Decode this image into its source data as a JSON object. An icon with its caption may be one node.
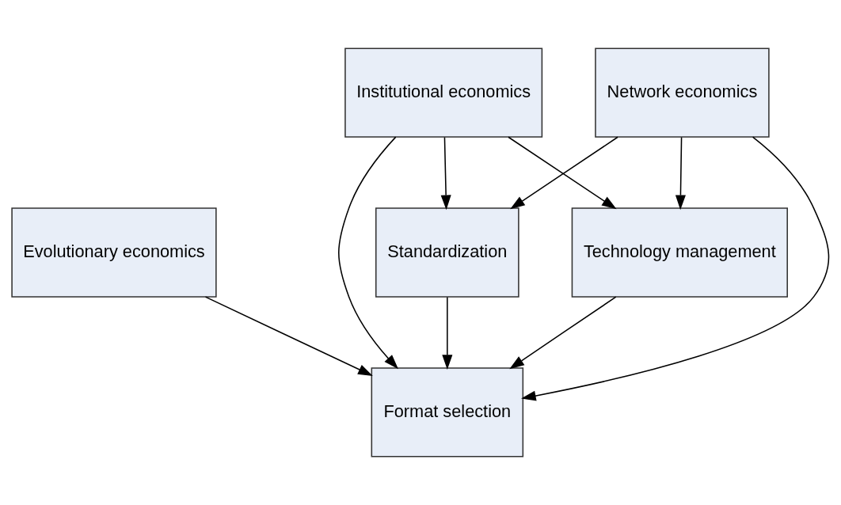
{
  "diagram": {
    "nodes": [
      {
        "text": [
          "Evolutionary economics"
        ]
      },
      {
        "text": [
          "Institutional economics"
        ]
      },
      {
        "text": [
          "Network economics"
        ]
      },
      {
        "text": [
          "Technology management"
        ]
      },
      {
        "text": [
          "Standardization"
        ]
      },
      {
        "text": [
          "Format selection"
        ]
      }
    ],
    "edges": [
      {
        "from": 0,
        "to": 5,
        "arrow": "to"
      },
      {
        "from": 1,
        "to": 5,
        "arrow": "to"
      },
      {
        "from": 1,
        "to": 3,
        "arrow": "to"
      },
      {
        "from": 1,
        "to": 4,
        "arrow": "to"
      },
      {
        "from": 2,
        "to": 3,
        "arrow": "to"
      },
      {
        "from": 2,
        "to": 5,
        "arrow": "to"
      },
      {
        "from": 2,
        "to": 4,
        "arrow": "to"
      },
      {
        "from": 3,
        "to": 5,
        "arrow": "to"
      },
      {
        "from": 4,
        "to": 5,
        "arrow": "to"
      }
    ]
  }
}
